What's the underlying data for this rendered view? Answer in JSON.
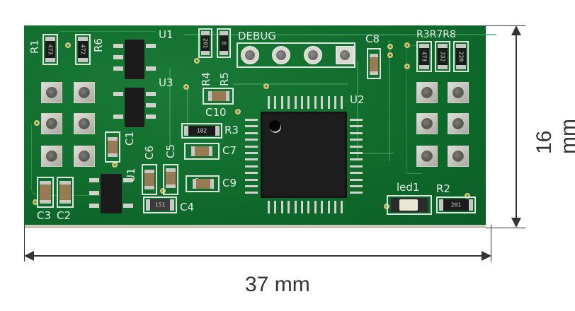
{
  "board": {
    "color": "#0f6a2c",
    "silkscreen_color": "#e6efe8",
    "labels": {
      "r1": "R1",
      "r6": "R6",
      "u1_top": "U1",
      "u3": "U3",
      "debug": "DEBUG",
      "r4": "R4",
      "r5": "R5",
      "c8": "C8",
      "r3r7r8": "R3R7R8",
      "c10": "C10",
      "u2": "U2",
      "r3": "R3",
      "c7": "C7",
      "c1": "C1",
      "c6": "C6",
      "c5": "C5",
      "u1_bottom": "U1",
      "c9": "C9",
      "c4": "C4",
      "c3": "C3",
      "c2": "C2",
      "led1": "led1",
      "r2": "R2"
    },
    "resistor_codes": {
      "r1": "473",
      "r6": "472",
      "r4": "201",
      "r5": "0",
      "r3": "473",
      "r7": "332",
      "r8": "220",
      "r3_horizontal": "102",
      "c4_part": "151",
      "r2": "201"
    },
    "debug_header_pins": 4
  },
  "dimensions": {
    "width_label": "37 mm",
    "height_label": "16 mm",
    "line_color": "#333333"
  }
}
